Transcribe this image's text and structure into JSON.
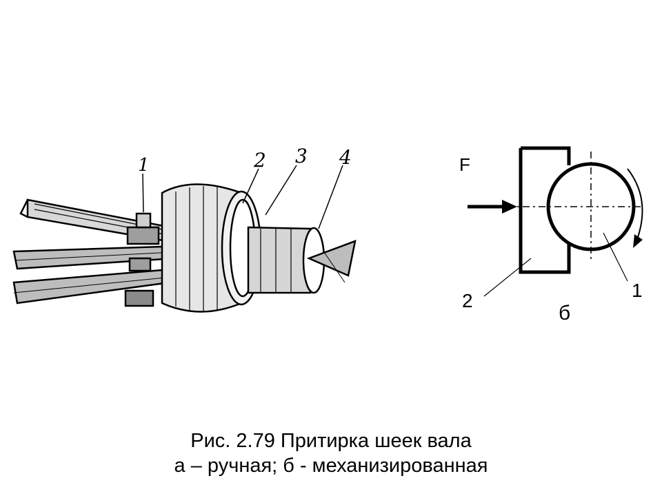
{
  "figure_a": {
    "labels": [
      "1",
      "2",
      "3",
      "4"
    ]
  },
  "figure_b": {
    "force_label": "F",
    "part_label_1": "1",
    "part_label_2": "2",
    "subfigure_label": "б"
  },
  "caption": {
    "line1": "Рис. 2.79 Притирка шеек вала",
    "line2": "а – ручная; б - механизированная"
  },
  "colors": {
    "ink": "#000000",
    "background": "#ffffff"
  }
}
